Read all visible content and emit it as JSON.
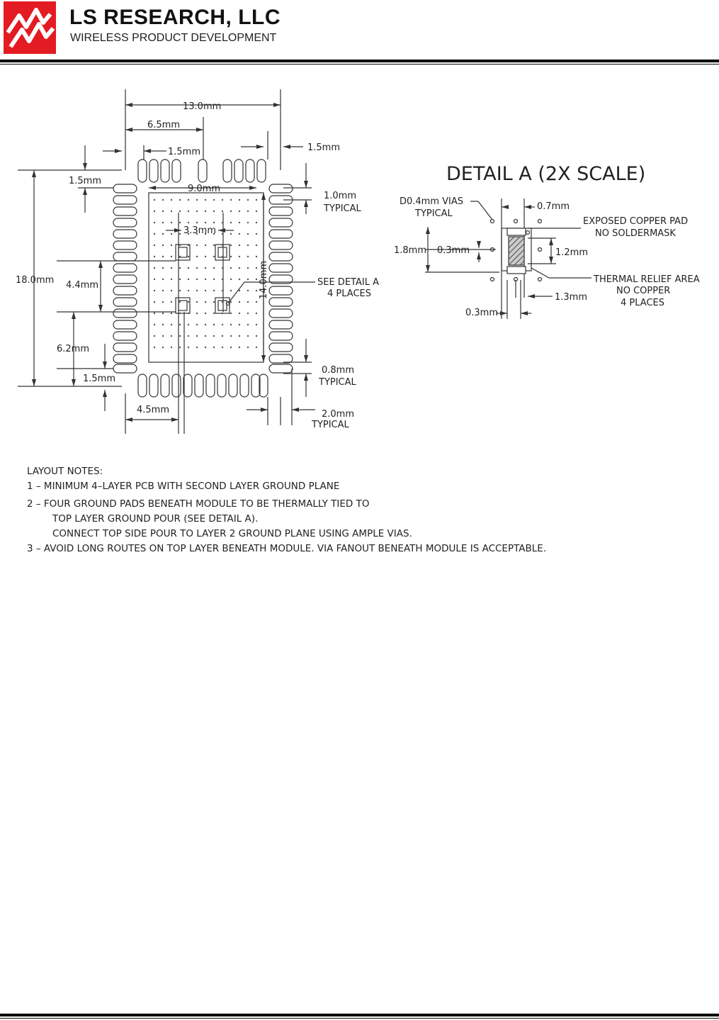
{
  "header": {
    "company": "LS RESEARCH, LLC",
    "tagline": "WIRELESS PRODUCT DEVELOPMENT"
  },
  "footprint": {
    "dim_13_0": "13.0mm",
    "dim_6_5": "6.5mm",
    "dim_1_5_top": "1.5mm",
    "dim_1_5_right": "1.5mm",
    "dim_1_5_left": "1.5mm",
    "dim_1_0": "1.0mm",
    "typical_1": "TYPICAL",
    "dim_9_0": "9.0mm",
    "dim_3_3": "3.3mm",
    "dim_18_0": "18.0mm",
    "dim_4_4": "4.4mm",
    "dim_14_0": "14.0mm",
    "see_detail": "SEE DETAIL A",
    "four_places": "4 PLACES",
    "dim_6_2": "6.2mm",
    "dim_1_5_bottom": "1.5mm",
    "dim_0_8": "0.8mm",
    "typical_2": "TYPICAL",
    "dim_4_5": "4.5mm",
    "dim_2_0": "2.0mm",
    "typical_3": "TYPICAL"
  },
  "detail": {
    "title": "DETAIL A (2X SCALE)",
    "vias": "D0.4mm VIAS",
    "vias_typical": "TYPICAL",
    "dim_0_7": "0.7mm",
    "exposed": "EXPOSED COPPER PAD",
    "no_soldermask": "NO SOLDERMASK",
    "dim_1_8": "1.8mm",
    "dim_0_3_a": "0.3mm",
    "dim_1_2": "1.2mm",
    "thermal": "THERMAL RELIEF AREA",
    "no_copper": "NO COPPER",
    "four_places": "4 PLACES",
    "dim_1_3": "1.3mm",
    "dim_0_3_b": "0.3mm"
  },
  "notes": {
    "heading": "LAYOUT NOTES:",
    "n1": "1 – MINIMUM 4–LAYER PCB WITH SECOND LAYER GROUND PLANE",
    "n2a": "2 – FOUR GROUND PADS BENEATH MODULE TO BE THERMALLY TIED TO",
    "n2b": "TOP LAYER GROUND POUR (SEE DETAIL A).",
    "n2c": "CONNECT TOP SIDE POUR TO LAYER 2 GROUND PLANE USING AMPLE VIAS.",
    "n3": "3 – AVOID LONG ROUTES ON TOP LAYER BENEATH MODULE. VIA FANOUT BENEATH MODULE IS ACCEPTABLE."
  },
  "colors": {
    "logo_red": "#e31b23",
    "ink": "#222222"
  }
}
